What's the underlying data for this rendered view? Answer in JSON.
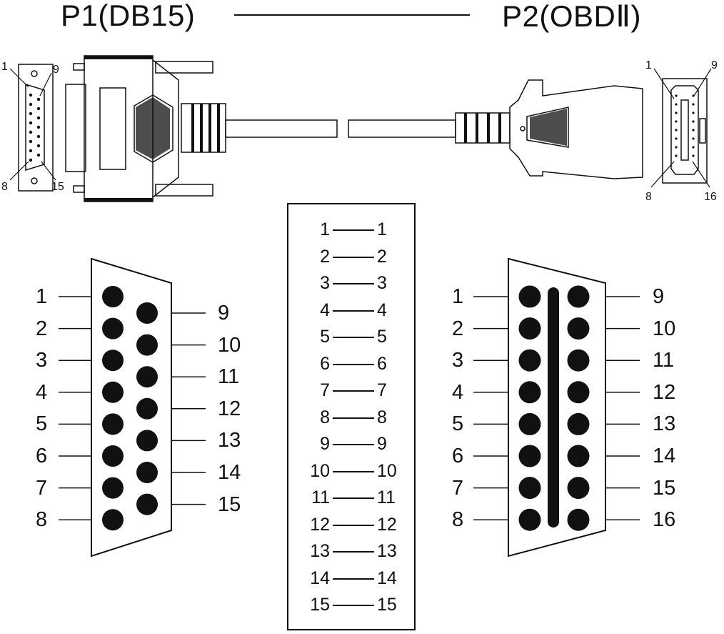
{
  "header": {
    "p1_title": "P1(DB15)",
    "p2_title": "P2(OBDⅡ)"
  },
  "p1_small": {
    "tl": "1",
    "tr": "9",
    "bl": "8",
    "br": "15"
  },
  "p2_small": {
    "tl": "1",
    "tr": "9",
    "bl": "8",
    "br": "16"
  },
  "db15": {
    "left_pins": [
      "1",
      "2",
      "3",
      "4",
      "5",
      "6",
      "7",
      "8"
    ],
    "right_pins": [
      "9",
      "10",
      "11",
      "12",
      "13",
      "14",
      "15"
    ]
  },
  "obd2": {
    "left_pins": [
      "1",
      "2",
      "3",
      "4",
      "5",
      "6",
      "7",
      "8"
    ],
    "right_pins": [
      "9",
      "10",
      "11",
      "12",
      "13",
      "14",
      "15",
      "16"
    ]
  },
  "mapping": [
    {
      "from": "1",
      "to": "1"
    },
    {
      "from": "2",
      "to": "2"
    },
    {
      "from": "3",
      "to": "3"
    },
    {
      "from": "4",
      "to": "4"
    },
    {
      "from": "5",
      "to": "5"
    },
    {
      "from": "6",
      "to": "6"
    },
    {
      "from": "7",
      "to": "7"
    },
    {
      "from": "8",
      "to": "8"
    },
    {
      "from": "9",
      "to": "9"
    },
    {
      "from": "10",
      "to": "10"
    },
    {
      "from": "11",
      "to": "11"
    },
    {
      "from": "12",
      "to": "12"
    },
    {
      "from": "13",
      "to": "13"
    },
    {
      "from": "14",
      "to": "14"
    },
    {
      "from": "15",
      "to": "15"
    }
  ]
}
